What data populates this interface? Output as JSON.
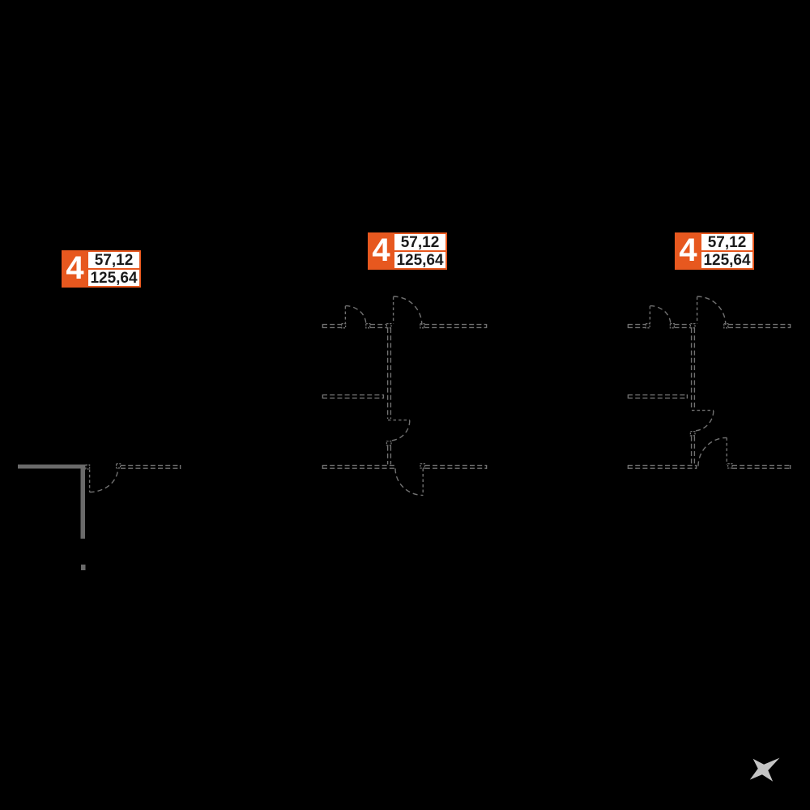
{
  "apartment_labels": [
    {
      "number": "4",
      "area_top": "57,12",
      "area_bottom": "125,64"
    },
    {
      "number": "4",
      "area_top": "57,12",
      "area_bottom": "125,64"
    },
    {
      "number": "4",
      "area_top": "57,12",
      "area_bottom": "125,64"
    }
  ],
  "colors": {
    "background": "#000000",
    "accent_orange": "#E7581F",
    "plan_line_gray": "#717171",
    "solid_wall_gray": "#6A6A6A",
    "compass_star_gray": "#C4C4C4",
    "label_text": "#1B1B1B",
    "label_number_text": "#FFFFFF"
  },
  "icons": {
    "compass_star": "four-point-star"
  }
}
